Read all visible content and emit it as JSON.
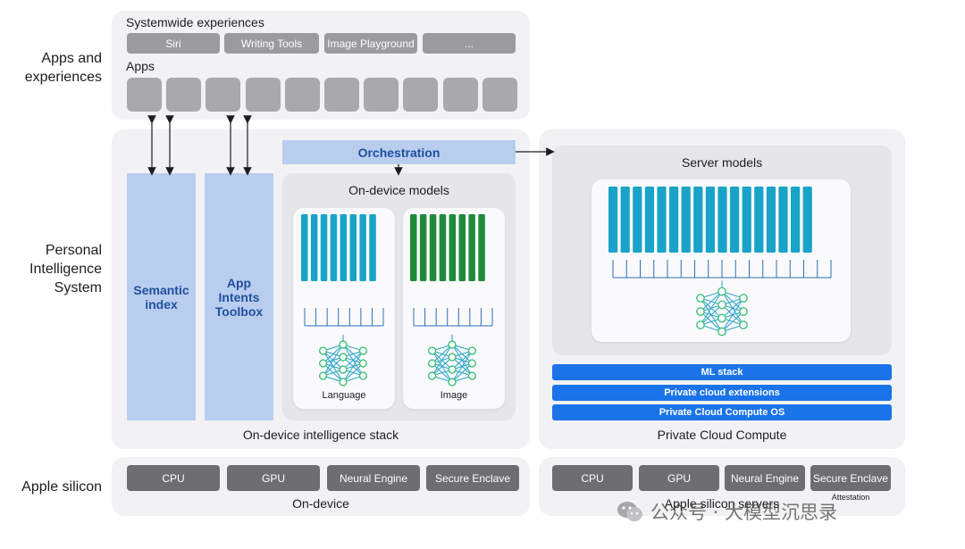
{
  "row_labels": {
    "apps": "Apps and\nexperiences",
    "pis": "Personal\nIntelligence\nSystem",
    "silicon": "Apple silicon"
  },
  "systemwide": {
    "title": "Systemwide experiences",
    "items": [
      "Siri",
      "Writing Tools",
      "Image Playground",
      "..."
    ]
  },
  "apps": {
    "title": "Apps",
    "count": 10
  },
  "pis": {
    "semantic_index": "Semantic\nindex",
    "app_intents": "App\nIntents\nToolbox",
    "orchestration": "Orchestration",
    "on_device_models": "On-device models",
    "language": "Language",
    "image": "Image",
    "stack_caption": "On-device intelligence stack"
  },
  "server": {
    "title": "Server models",
    "bars": [
      "ML stack",
      "Private cloud extensions",
      "Private Cloud Compute OS"
    ],
    "caption": "Private Cloud Compute"
  },
  "silicon_on_device": {
    "chips": [
      "CPU",
      "GPU",
      "Neural Engine",
      "Secure Enclave"
    ],
    "caption": "On-device"
  },
  "silicon_server": {
    "chips": [
      "CPU",
      "GPU",
      "Neural Engine",
      "Secure Enclave"
    ],
    "attestation": "Attestation",
    "caption": "Apple silicon servers"
  },
  "watermark": "公众号 · 大模型沉思录",
  "colors": {
    "language_model": "#1aa3c8",
    "image_model": "#1e8a3a",
    "server_model": "#1aa3c8",
    "pcc_blue": "#1a73e8",
    "orchestration_bg": "#b9cdef",
    "orchestration_text": "#1f4f9e"
  }
}
